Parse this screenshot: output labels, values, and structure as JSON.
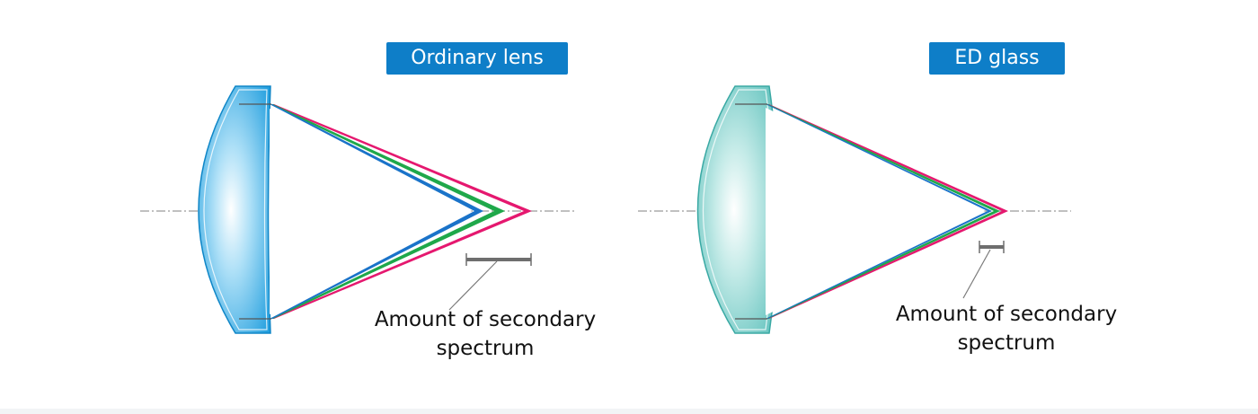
{
  "panels": {
    "ordinary": {
      "title": "Ordinary lens",
      "caption_line1": "Amount of secondary",
      "caption_line2": "spectrum",
      "lens_color": "#21a3e0",
      "secondary_spectrum": "large"
    },
    "ed": {
      "title": "ED glass",
      "caption_line1": "Amount of secondary",
      "caption_line2": "spectrum",
      "lens_color": "#5ec4bf",
      "secondary_spectrum": "small"
    }
  },
  "colors": {
    "badge_bg": "#0e7ec8",
    "ray_blue": "#1a73c9",
    "ray_green": "#1fa84a",
    "ray_magenta": "#e5186f",
    "axis": "#9a9a9a",
    "scale_bar": "#6e6e6e"
  }
}
